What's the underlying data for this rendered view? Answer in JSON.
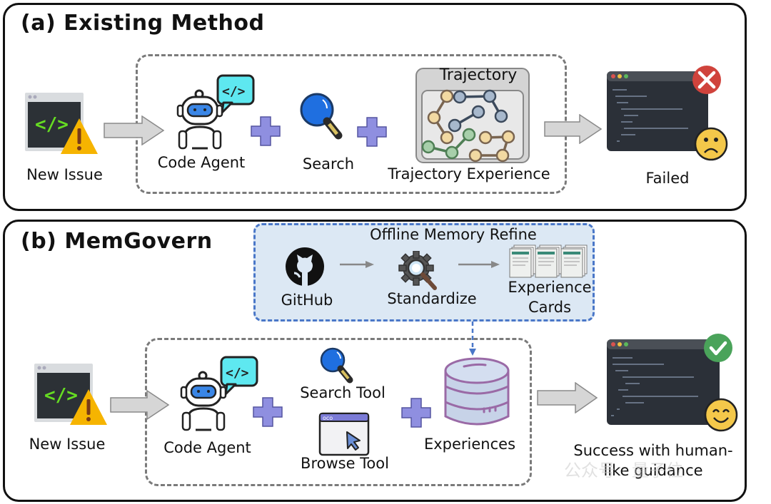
{
  "panel_a": {
    "title": "(a) Existing Method",
    "new_issue_label": "New Issue",
    "code_agent_label": "Code Agent",
    "search_label": "Search",
    "trajectory_title": "Trajectory",
    "trajectory_experience_label": "Trajectory Experience",
    "result_label": "Failed",
    "result_status_icon": "x-circle-icon",
    "result_emoji": "sad-face-icon"
  },
  "panel_b": {
    "title": "(b) MemGovern",
    "offline": {
      "title": "Offline Memory Refine",
      "github_label": "GitHub",
      "standardize_label": "Standardize",
      "cards_label_line1": "Experience",
      "cards_label_line2": "Cards"
    },
    "new_issue_label": "New Issue",
    "code_agent_label": "Code Agent",
    "search_tool_label": "Search Tool",
    "browse_tool_label": "Browse Tool",
    "experiences_label": "Experiences",
    "result_label_line1": "Success with human-",
    "result_label_line2": "like guidance",
    "result_status_icon": "check-circle-icon",
    "result_emoji": "happy-face-icon"
  },
  "code_symbol": "</>",
  "colors": {
    "border": "#111111",
    "dash_gray": "#7a7a7a",
    "offline_bg": "#dce8f4",
    "offline_border": "#4a77c8",
    "plus": "#8f8fe0",
    "code_green": "#66dd22",
    "warning": "#f6b400",
    "fail_red": "#d0433c",
    "success_green": "#4aa35a",
    "emoji_yellow": "#f4c84a",
    "search_blue": "#1f6fe0",
    "bubble_cyan": "#5ee8f0"
  },
  "watermark": "公众号 · 量子位"
}
